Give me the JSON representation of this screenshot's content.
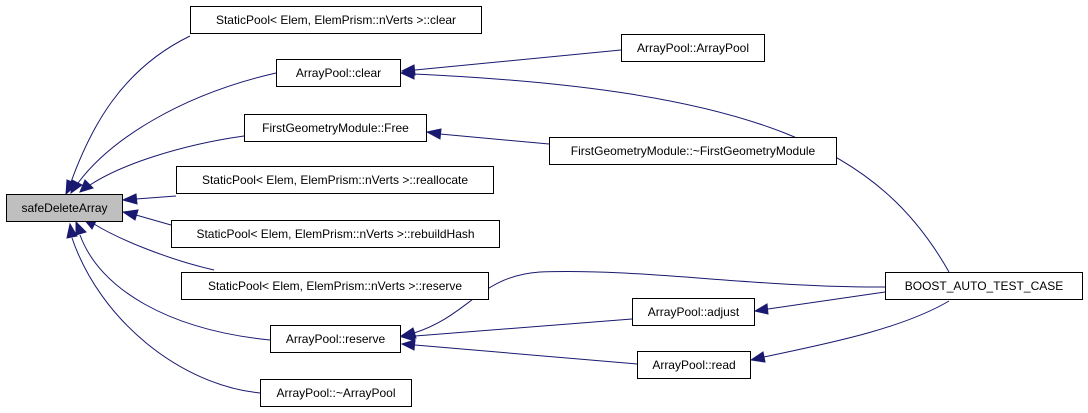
{
  "root": {
    "label": "safeDeleteArray",
    "fill": "#bfbfbf"
  },
  "nodes": [
    {
      "label": "StaticPool< Elem, ElemPrism::nVerts >::clear"
    },
    {
      "label": "ArrayPool::clear"
    },
    {
      "label": "FirstGeometryModule::Free"
    },
    {
      "label": "StaticPool< Elem, ElemPrism::nVerts >::reallocate"
    },
    {
      "label": "StaticPool< Elem, ElemPrism::nVerts >::rebuildHash"
    },
    {
      "label": "StaticPool< Elem, ElemPrism::nVerts >::reserve"
    },
    {
      "label": "ArrayPool::reserve"
    },
    {
      "label": "ArrayPool::~ArrayPool"
    },
    {
      "label": "ArrayPool::ArrayPool"
    },
    {
      "label": "FirstGeometryModule::~FirstGeometryModule"
    },
    {
      "label": "ArrayPool::adjust"
    },
    {
      "label": "ArrayPool::read"
    },
    {
      "label": "BOOST_AUTO_TEST_CASE"
    }
  ],
  "colors": {
    "edge": "#191970",
    "node_border": "#000000",
    "node_fill": "#ffffff"
  }
}
